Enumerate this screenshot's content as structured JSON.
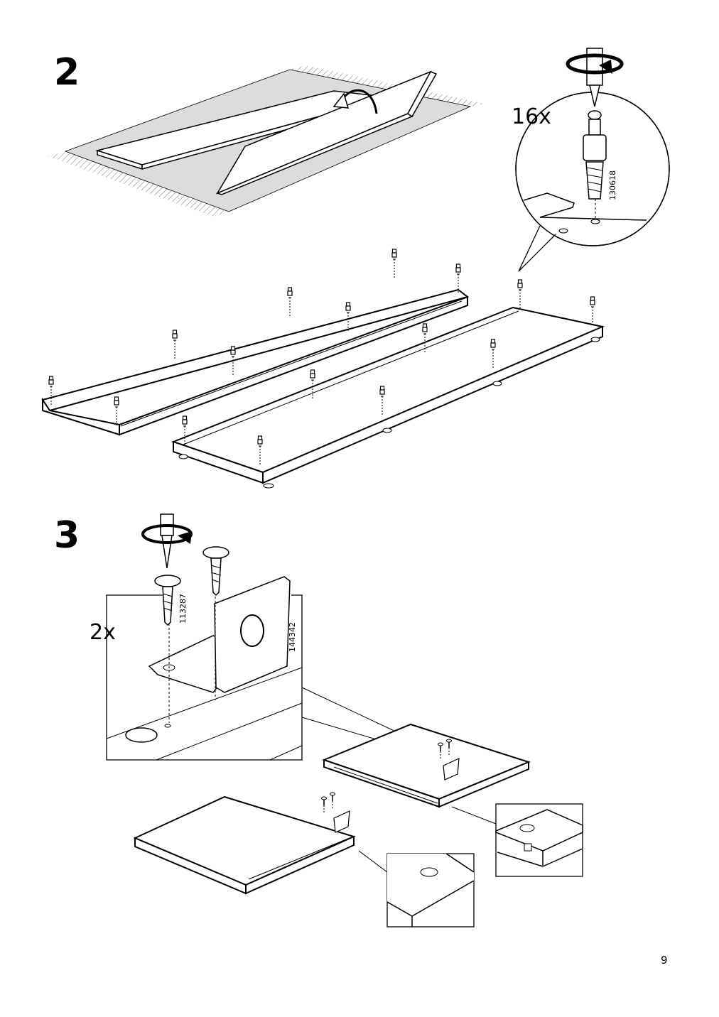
{
  "steps": [
    {
      "number": "2",
      "quantity": "16x",
      "part_number": "130618"
    },
    {
      "number": "3",
      "quantity": "2x",
      "part_numbers": [
        "113287",
        "144342"
      ]
    }
  ],
  "page_number": "9"
}
